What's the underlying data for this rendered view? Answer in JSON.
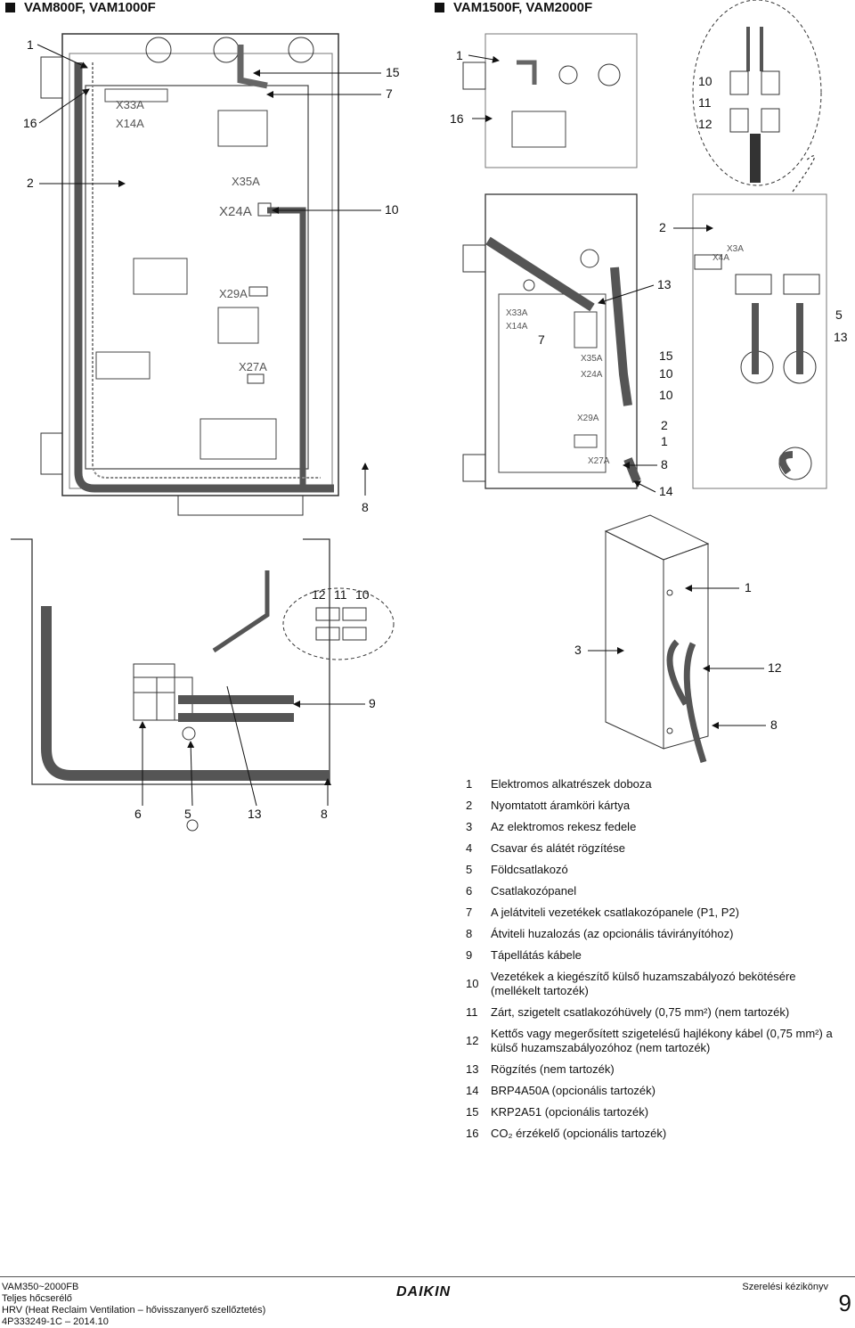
{
  "headers": {
    "left": "VAM800F, VAM1000F",
    "right": "VAM1500F, VAM2000F"
  },
  "board_labels": {
    "x33a": "X33A",
    "x14a": "X14A",
    "x35a": "X35A",
    "x24a": "X24A",
    "x29a": "X29A",
    "x27a": "X27A",
    "x4a": "X4A",
    "x3a": "X3A"
  },
  "callouts": {
    "c1": "1",
    "c2": "2",
    "c3": "3",
    "c5": "5",
    "c6": "6",
    "c7": "7",
    "c8": "8",
    "c9": "9",
    "c10": "10",
    "c11": "11",
    "c12": "12",
    "c13": "13",
    "c14": "14",
    "c15": "15",
    "c16": "16"
  },
  "legend": [
    {
      "num": "1",
      "text": "Elektromos alkatrészek doboza"
    },
    {
      "num": "2",
      "text": "Nyomtatott áramköri kártya"
    },
    {
      "num": "3",
      "text": "Az elektromos rekesz fedele"
    },
    {
      "num": "4",
      "text": "Csavar és alátét rögzítése"
    },
    {
      "num": "5",
      "text": "Földcsatlakozó"
    },
    {
      "num": "6",
      "text": "Csatlakozópanel"
    },
    {
      "num": "7",
      "text": "A jelátviteli vezetékek csatlakozópanele (P1, P2)"
    },
    {
      "num": "8",
      "text": "Átviteli huzalozás (az opcionális távirányítóhoz)"
    },
    {
      "num": "9",
      "text": "Tápellátás kábele"
    },
    {
      "num": "10",
      "text": "Vezetékek a kiegészítő külső huzamszabályozó bekötésére (mellékelt tartozék)"
    },
    {
      "num": "11",
      "text": "Zárt, szigetelt csatlakozóhüvely (0,75 mm²) (nem tartozék)"
    },
    {
      "num": "12",
      "text": "Kettős vagy megerősített szigetelésű hajlékony kábel (0,75 mm²) a külső huzamszabályozóhoz (nem tartozék)"
    },
    {
      "num": "13",
      "text": "Rögzítés (nem tartozék)"
    },
    {
      "num": "14",
      "text": "BRP4A50A (opcionális tartozék)"
    },
    {
      "num": "15",
      "text": "KRP2A51 (opcionális tartozék)"
    },
    {
      "num": "16",
      "text": "CO₂ érzékelő (opcionális tartozék)"
    }
  ],
  "footer": {
    "line1": "VAM350~2000FB",
    "line2": "Teljes hőcserélő",
    "line3": "HRV (Heat Reclaim Ventilation – hővisszanyerő szellőztetés)",
    "line4": "4P333249-1C – 2014.10",
    "brand": "DAIKIN",
    "manual": "Szerelési kézikönyv",
    "page": "9"
  }
}
